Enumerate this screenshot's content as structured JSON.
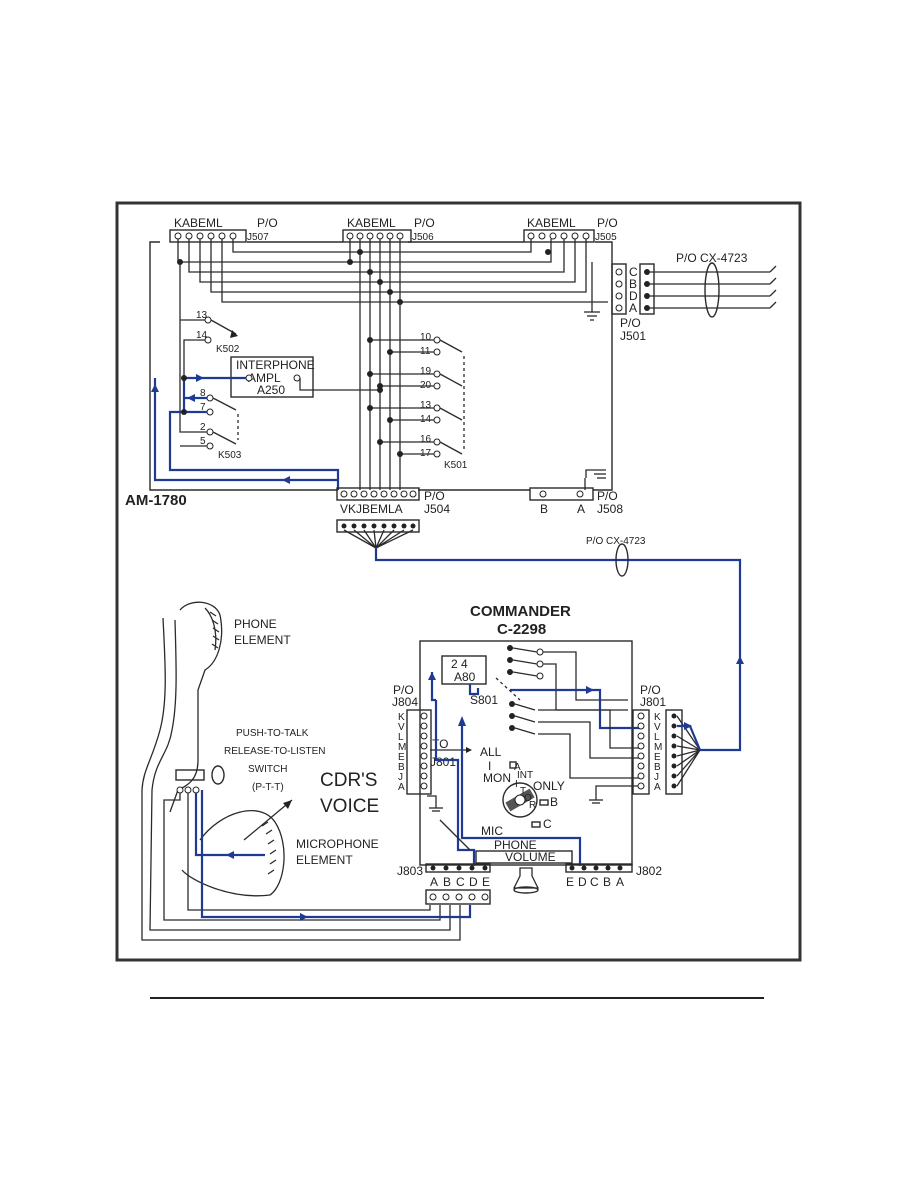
{
  "labels": {
    "am1780": "AM-1780",
    "j507_letters": "KABEML",
    "j507_po": "P/O",
    "j507_id": "J507",
    "j506_letters": "KABEML",
    "j506_po": "P/O",
    "j506_id": "J506",
    "j505_letters": "KABEML",
    "j505_po": "P/O",
    "j505_id": "J505",
    "j501_letters": [
      "C",
      "B",
      "D",
      "A"
    ],
    "j501_po": "P/O",
    "j501_id": "J501",
    "cx4723_top": "P/O CX-4723",
    "cx4723_mid": "P/O CX-4723",
    "k502": "K502",
    "k502_pins": [
      "13",
      "14"
    ],
    "k503": "K503",
    "k503_pins": [
      "8",
      "7",
      "2",
      "5"
    ],
    "k501": "K501",
    "k501_pins": [
      "10",
      "11",
      "19",
      "20",
      "13",
      "14",
      "16",
      "17"
    ],
    "amp_line1": "INTERPHONE",
    "amp_line2": "AMPL",
    "amp_line3": "A250",
    "j504_letters": "VKJBEMLA",
    "j504_po": "P/O",
    "j504_id": "J504",
    "j508_b": "B",
    "j508_a": "A",
    "j508_po": "P/O",
    "j508_id": "J508",
    "commander_line1": "COMMANDER",
    "commander_line2": "C-2298",
    "phone_element_1": "PHONE",
    "phone_element_2": "ELEMENT",
    "ptt_1": "PUSH-TO-TALK",
    "ptt_2": "RELEASE-TO-LISTEN",
    "ptt_3": "SWITCH",
    "ptt_4": "(P-T-T)",
    "cdr_voice_1": "CDR'S",
    "cdr_voice_2": "VOICE",
    "mic_element_1": "MICROPHONE",
    "mic_element_2": "ELEMENT",
    "j804_po": "P/O",
    "j804_id": "J804",
    "j804_letters": [
      "K",
      "V",
      "L",
      "M",
      "E",
      "B",
      "J",
      "A"
    ],
    "j801_po": "P/O",
    "j801_id": "J801",
    "j801_letters": [
      "K",
      "V",
      "L",
      "M",
      "E",
      "B",
      "J",
      "A"
    ],
    "to_label": "TO",
    "to_j801": "J801",
    "a80": "A80",
    "a80_pins": "2  4",
    "s801": "S801",
    "sw_all": "ALL",
    "sw_i": "I",
    "sw_int": "INT",
    "sw_a": "A",
    "sw_mon": "MON",
    "sw_only": "ONLY",
    "sw_i2": "I",
    "sw_t": "T",
    "sw_o": "O",
    "sw_r": "R",
    "sw_b": "B",
    "sw_c": "C",
    "mic": "MIC",
    "phone": "PHONE",
    "volume": "VOLUME",
    "j803_id": "J803",
    "j803_letters": [
      "A",
      "B",
      "C",
      "D",
      "E"
    ],
    "j802_id": "J802",
    "j802_letters": [
      "E",
      "D",
      "C",
      "B",
      "A"
    ]
  },
  "colors": {
    "wire": "#2b2b2b",
    "signal_path": "#1f3a93",
    "background": "#ffffff"
  }
}
